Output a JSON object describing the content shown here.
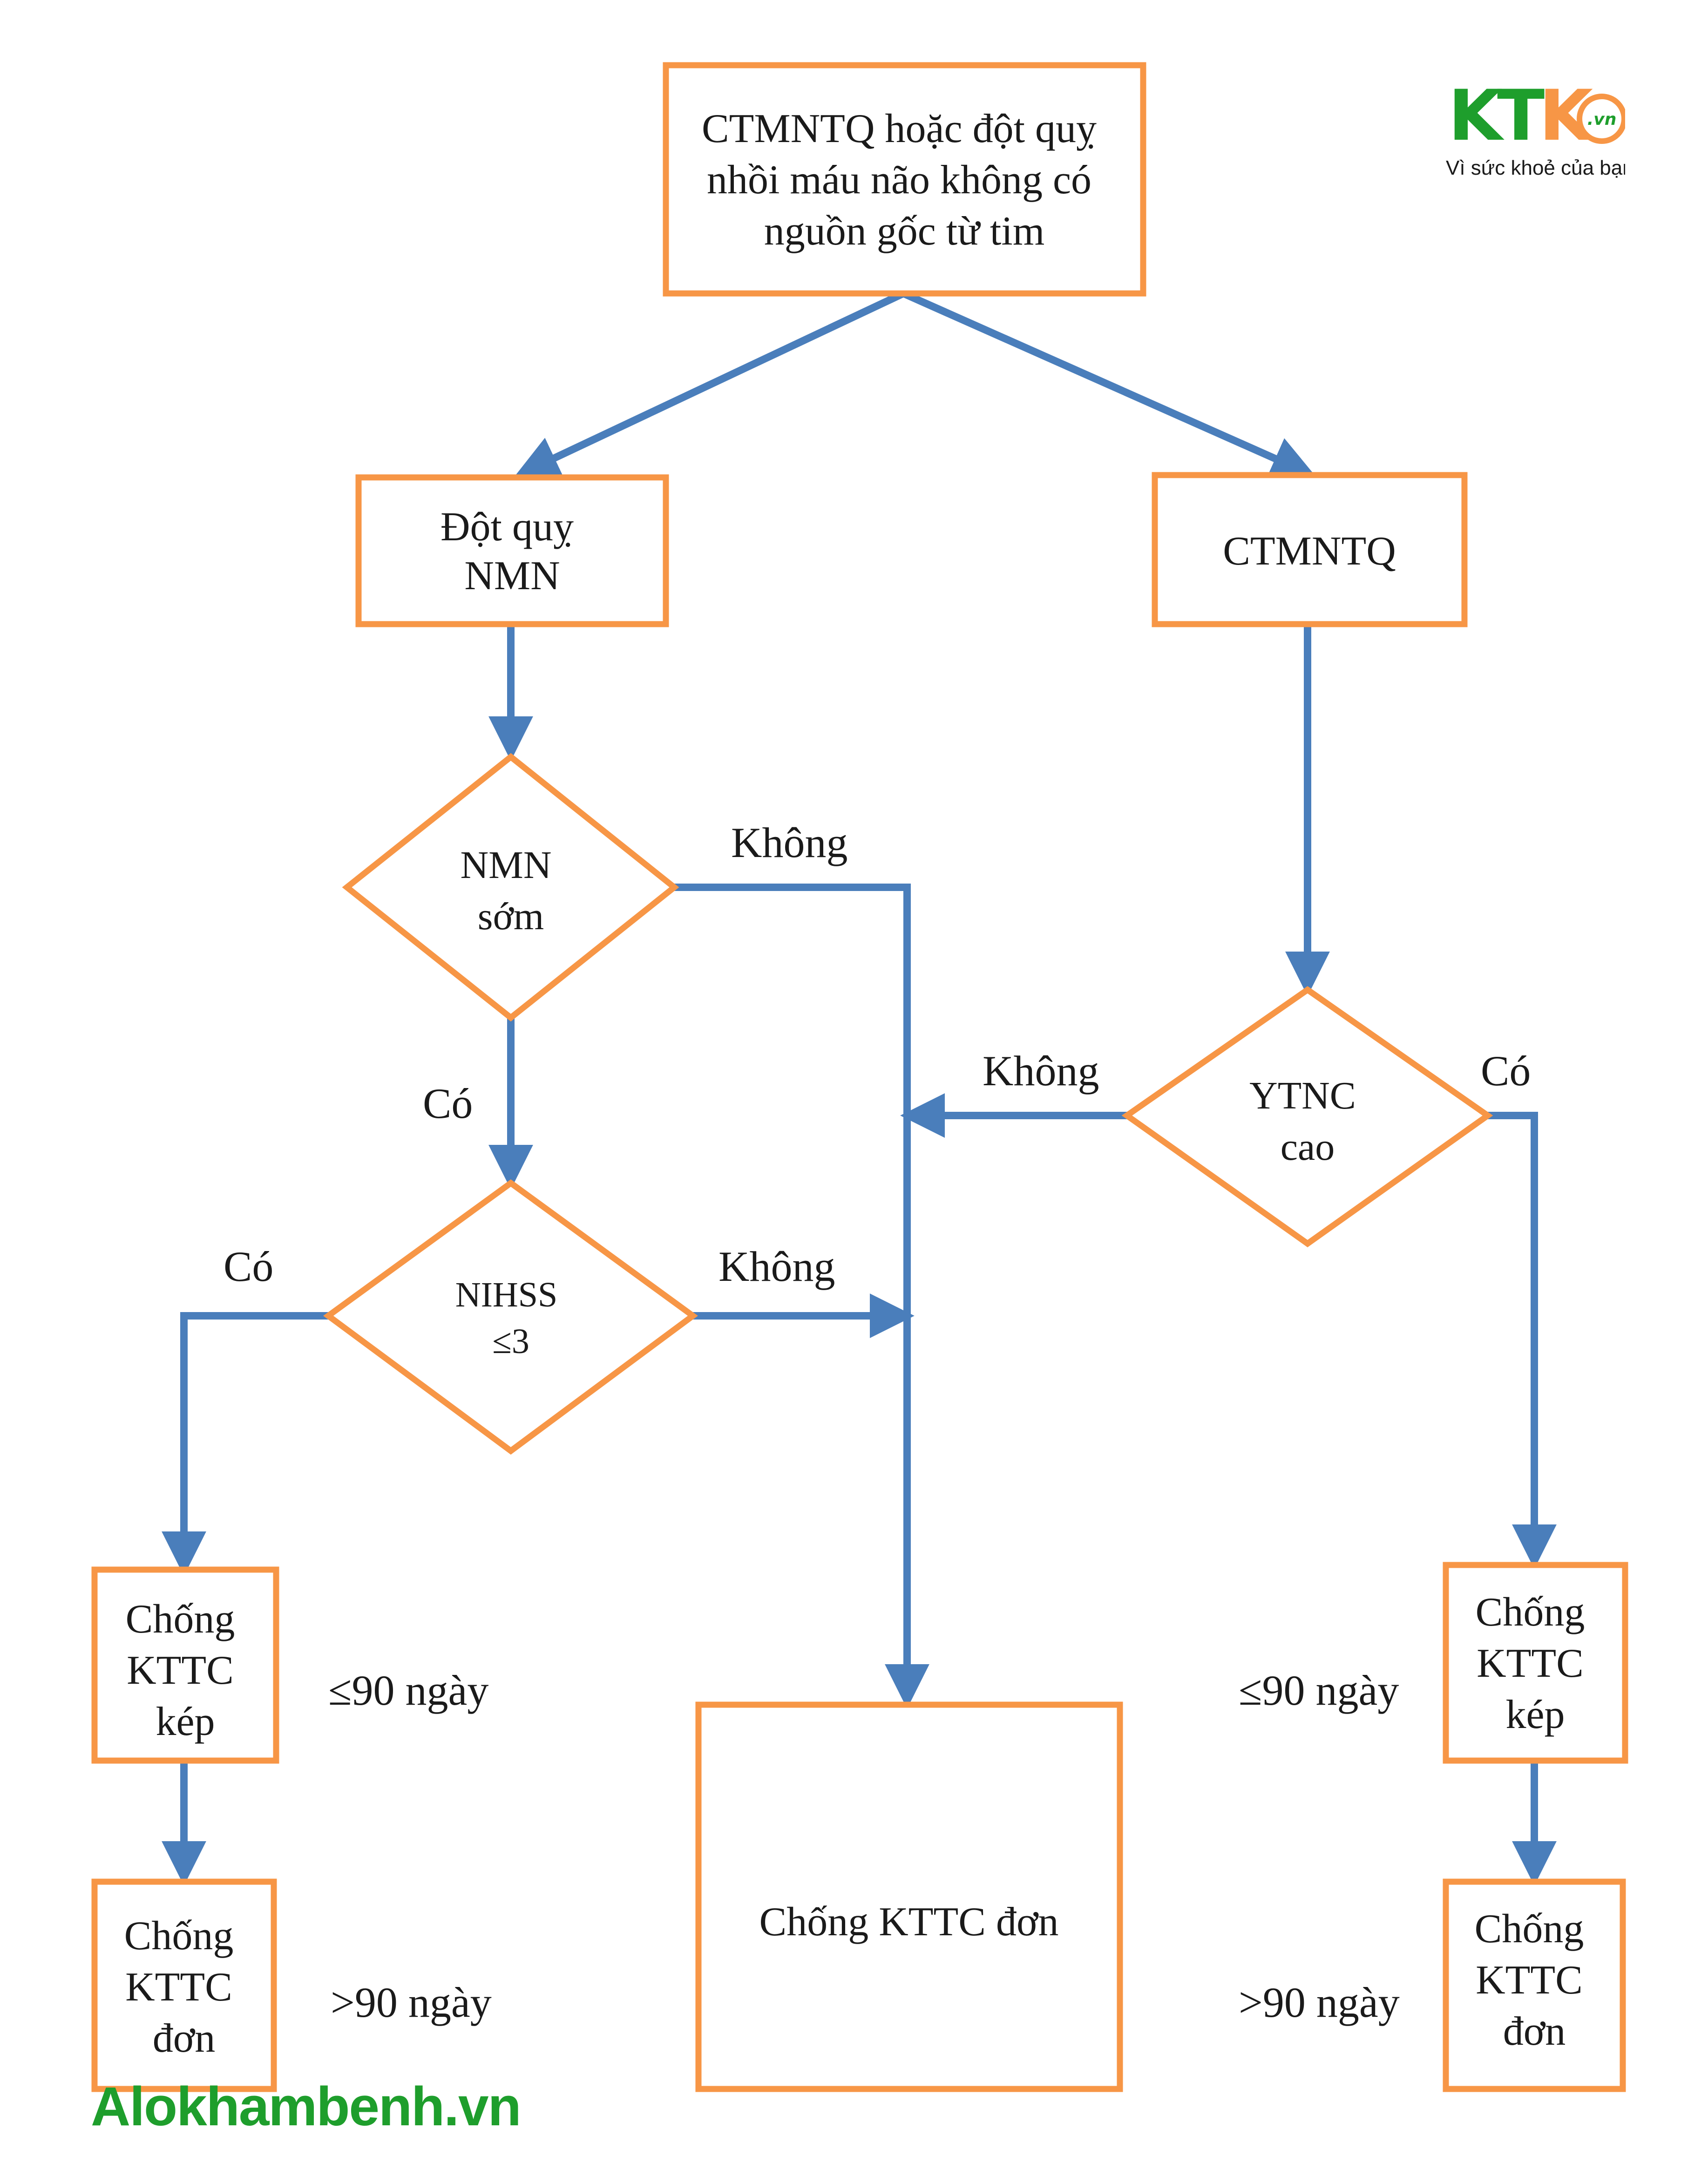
{
  "colors": {
    "node_border": "#F79646",
    "arrow": "#4A7EBB",
    "text": "#1a1a1a",
    "logo_k": "#1e9e2c",
    "logo_t": "#1e9e2c",
    "logo_o": "#f79646",
    "watermark": "#1e9e2c"
  },
  "nodes": {
    "start": [
      "CTMNTQ hoặc đột quỵ",
      "nhồi máu não không có",
      "nguồn gốc từ tim"
    ],
    "stroke": [
      "Đột quỵ",
      "NMN"
    ],
    "tia": [
      "CTMNTQ"
    ],
    "early": [
      "NMN",
      "sớm"
    ],
    "nihss": [
      "NIHSS",
      "≤3"
    ],
    "ytnc": [
      "YTNC",
      "cao"
    ],
    "dual_left": [
      "Chống",
      "KTTC",
      "kép"
    ],
    "single_left": [
      "Chống",
      "KTTC",
      "đơn"
    ],
    "single_center": [
      "Chống KTTC đơn"
    ],
    "dual_right": [
      "Chống",
      "KTTC",
      "kép"
    ],
    "single_right": [
      "Chống",
      "KTTC",
      "đơn"
    ]
  },
  "edge_labels": {
    "early_no": "Không",
    "early_yes": "Có",
    "nihss_yes": "Có",
    "nihss_no": "Không",
    "ytnc_no": "Không",
    "ytnc_yes": "Có"
  },
  "duration_labels": {
    "left_short": "≤90 ngày",
    "left_long": ">90 ngày",
    "right_short": "≤90 ngày",
    "right_long": ">90 ngày"
  },
  "logo": {
    "k": "K",
    "t": "T",
    "k2": "K",
    "vn": ".vn",
    "tagline": "Vì sức khoẻ của bạn"
  },
  "watermark": "Alokhambenh.vn"
}
